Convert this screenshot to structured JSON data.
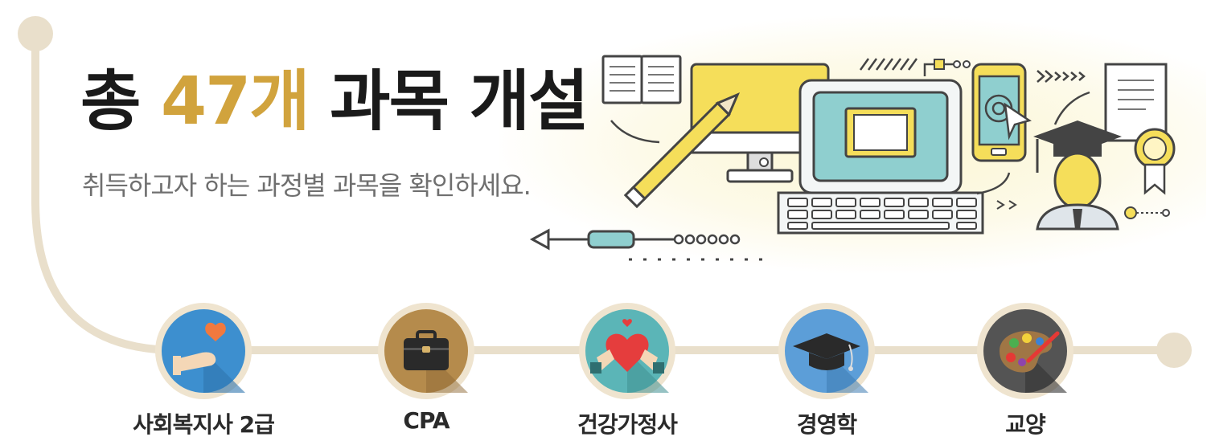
{
  "header": {
    "title_prefix": "총",
    "count": "47개",
    "title_suffix": "과목 개설",
    "subtitle": "취득하고자 하는 과정별 과목을 확인하세요."
  },
  "courses": [
    {
      "label": "사회복지사 2급",
      "icon": "heart-hand-icon",
      "bg": "#3d8fcf"
    },
    {
      "label": "CPA",
      "icon": "briefcase-icon",
      "bg": "#b58b4c"
    },
    {
      "label": "건강가정사",
      "icon": "heart-hug-icon",
      "bg": "#5bb5b7"
    },
    {
      "label": "경영학",
      "icon": "graduation-cap-icon",
      "bg": "#5c9ed8"
    },
    {
      "label": "교양",
      "icon": "palette-icon",
      "bg": "#545454"
    }
  ],
  "colors": {
    "accent": "#d1a33d",
    "timeline": "#e9dfcb",
    "text_dark": "#1a1a1a",
    "text_gray": "#6f6f6f"
  }
}
